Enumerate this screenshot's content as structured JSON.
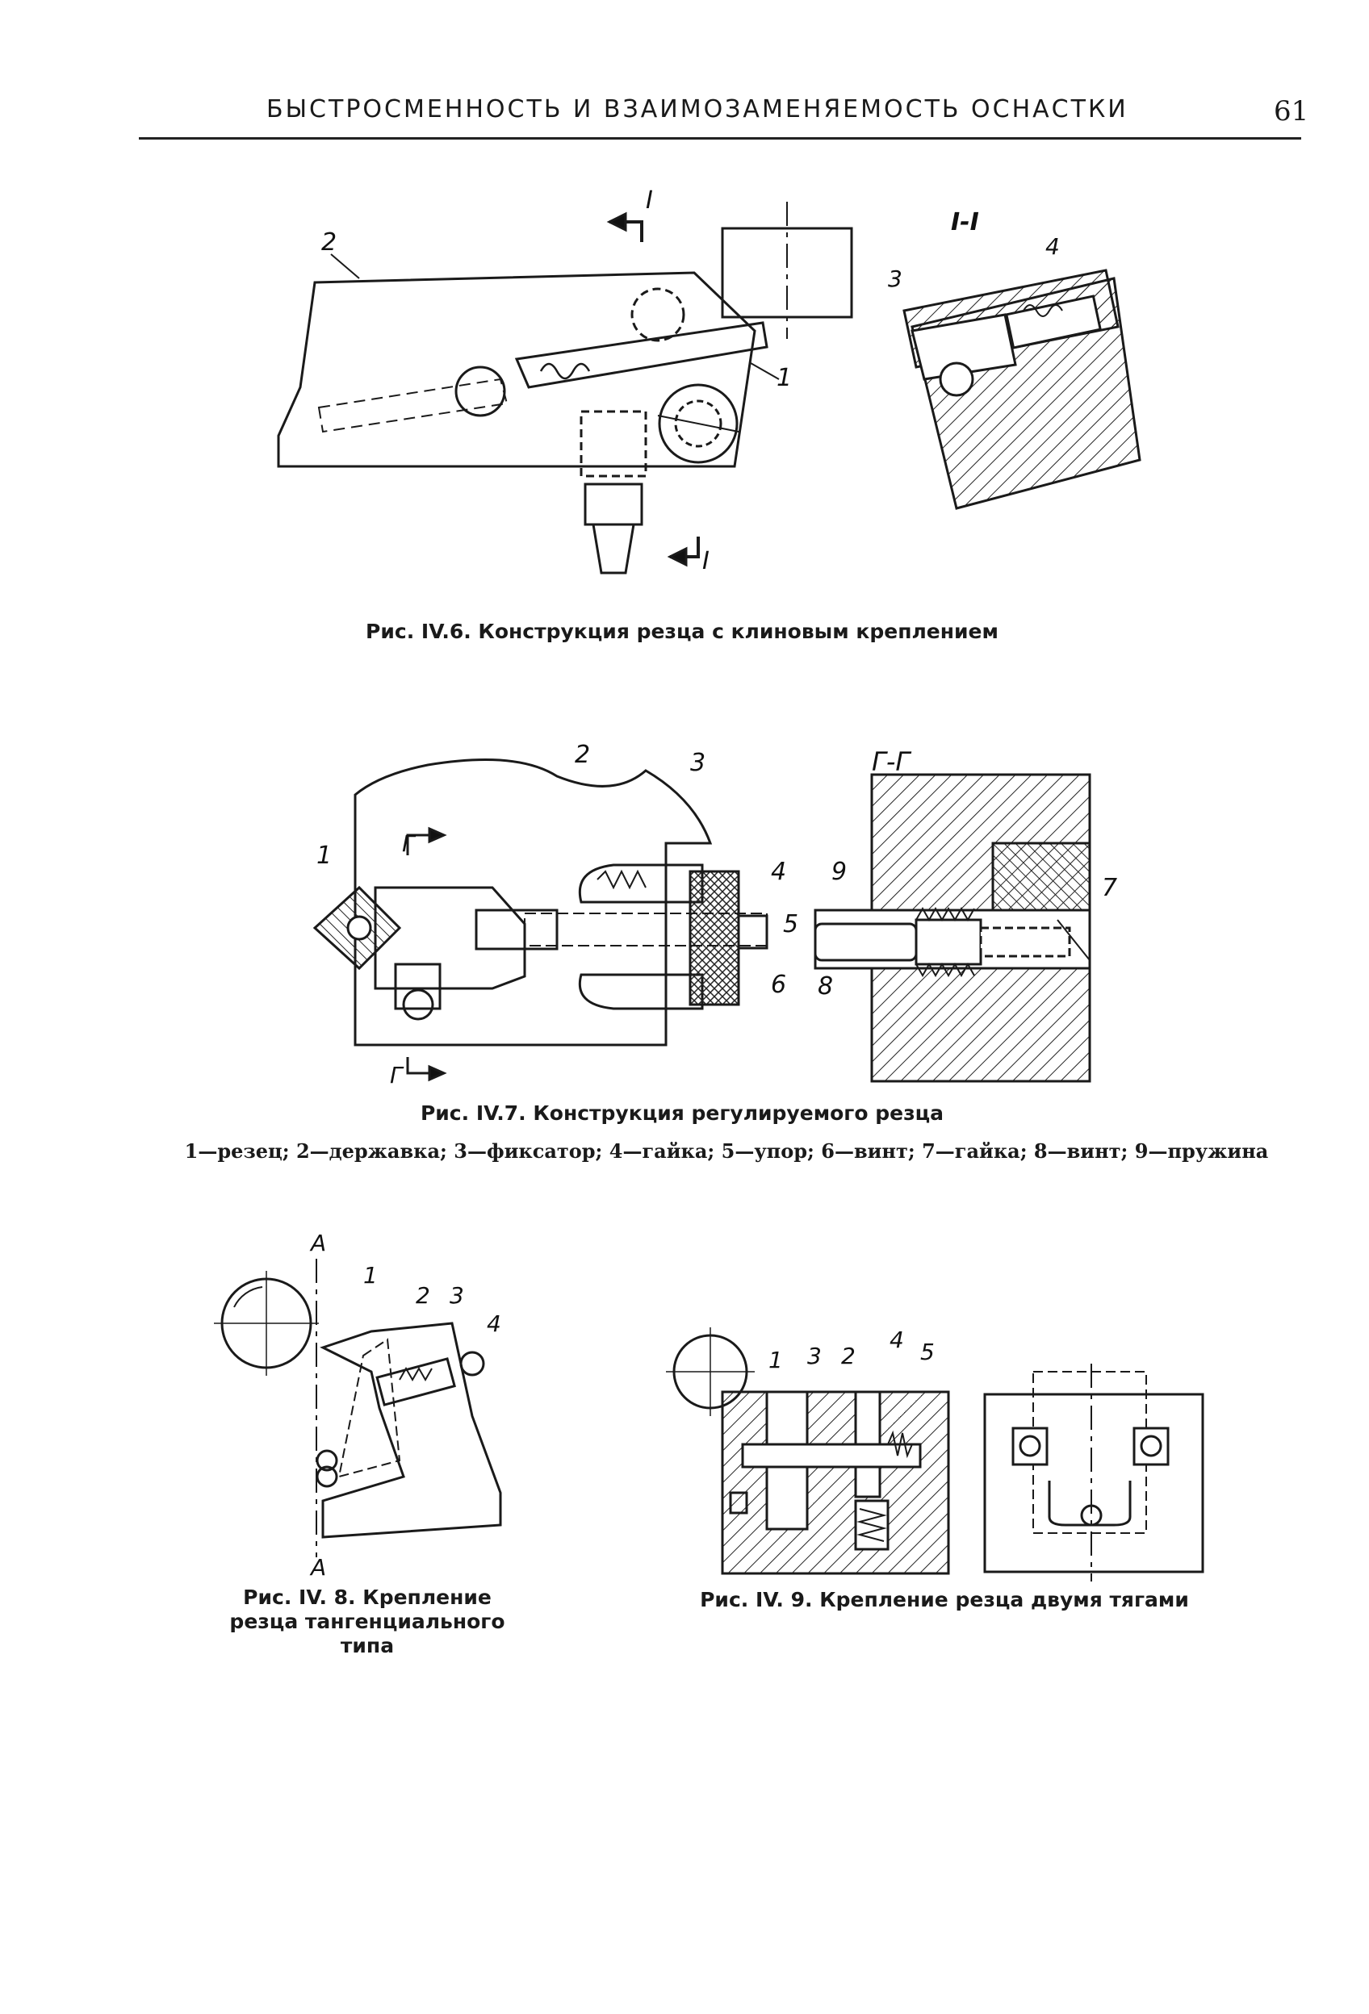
{
  "header": {
    "running_title": "БЫСТРОСМЕННОСТЬ И ВЗАИМОЗАМЕНЯЕМОСТЬ ОСНАСТКИ",
    "page_number": "61"
  },
  "figures": {
    "fig6": {
      "caption": "Рис. IV.6. Конструкция резца с клиновым креплением",
      "labels": {
        "l2": "2",
        "l1": "1",
        "l3": "3",
        "l4": "4",
        "sec_top": "I",
        "sec_bottom": "I",
        "sec_view": "I-I"
      }
    },
    "fig7": {
      "caption": "Рис. IV.7. Конструкция регулируемого резца",
      "legend": "1—резец; 2—державка; 3—фиксатор; 4—гайка; 5—упор; 6—винт; 7—гайка; 8—винт; 9—пружина",
      "labels": {
        "l1": "1",
        "l2": "2",
        "l3": "3",
        "l4": "4",
        "l5": "5",
        "l6": "6",
        "l7": "7",
        "l8": "8",
        "l9": "9",
        "g_top": "Г",
        "g_bottom": "Г",
        "section": "Г-Г"
      }
    },
    "fig8": {
      "caption_line1": "Рис.  IV. 8.  Крепление",
      "caption_line2": "резца тангенциального",
      "caption_line3": "типа",
      "labels": {
        "a_top": "А",
        "a_bottom": "А",
        "l1": "1",
        "l2": "2",
        "l3": "3",
        "l4": "4"
      }
    },
    "fig9": {
      "caption": "Рис. IV. 9. Крепление резца двумя тягами",
      "labels": {
        "l1": "1",
        "l2": "2",
        "l3": "3",
        "l4": "4",
        "l5": "5"
      }
    }
  }
}
